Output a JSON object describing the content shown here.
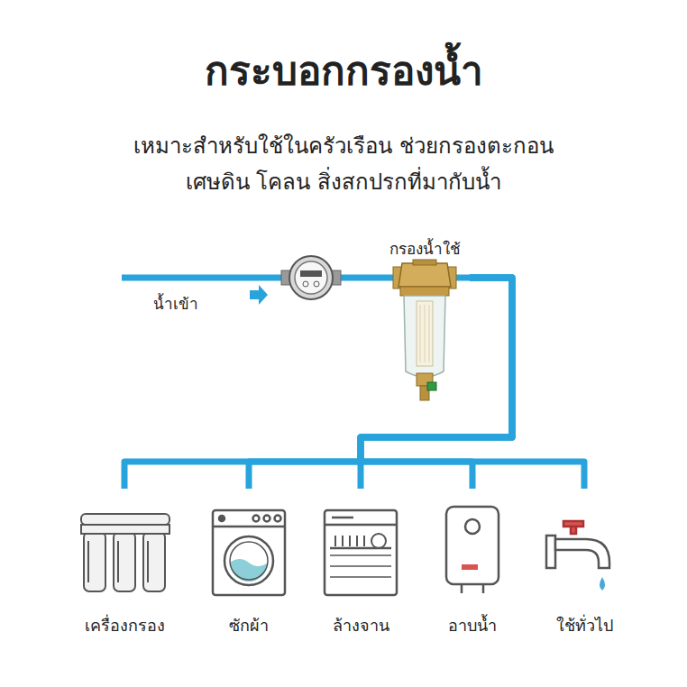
{
  "diagram": {
    "title": "กระบอกกรองน้ำ",
    "nodes": [
      {
        "text": [
          "กรองน้ำใช้"
        ]
      },
      {
        "text": [
          "เครื่องกรอง"
        ]
      },
      {
        "text": [
          "ซักผ้า"
        ]
      },
      {
        "text": [
          "ล้างจาน"
        ]
      },
      {
        "text": [
          "อาบน้ำ"
        ]
      },
      {
        "text": [
          "ใช้ทั่วไป"
        ]
      }
    ],
    "edges": [
      {
        "from": 0,
        "to": 1,
        "arrow": "none"
      },
      {
        "from": 0,
        "to": 2,
        "arrow": "none"
      },
      {
        "from": 0,
        "to": 3,
        "arrow": "none"
      },
      {
        "from": 0,
        "to": 4,
        "arrow": "none"
      },
      {
        "from": 0,
        "to": 5,
        "arrow": "none"
      }
    ],
    "labels": [
      "เหมาะสำหรับใช้ในครัวเรือน ช่วยกรองตะกอน",
      "เศษดิน โคลน สิ่งสกปรกที่มากับน้ำ",
      "น้ำเข้า"
    ]
  }
}
